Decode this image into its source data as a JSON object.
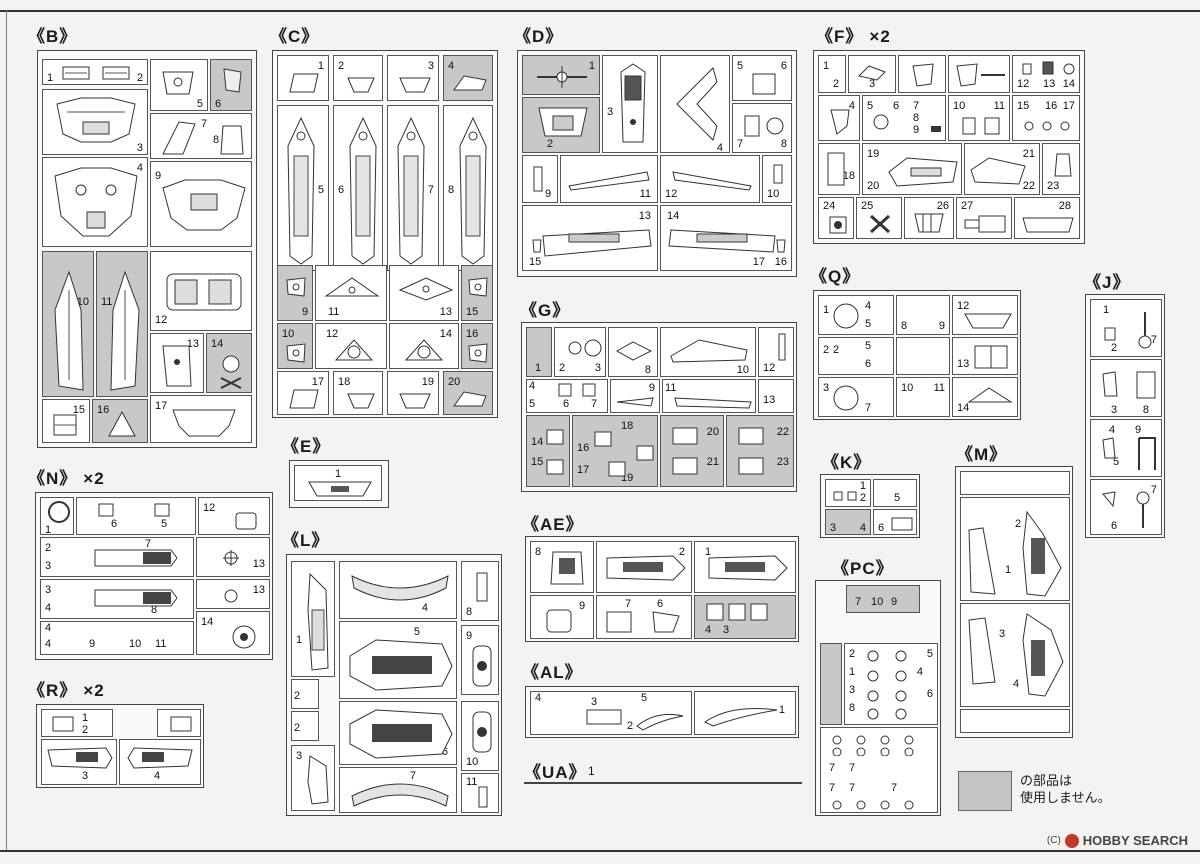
{
  "runners": [
    {
      "key": "B",
      "label": "《B》",
      "mult": ""
    },
    {
      "key": "C",
      "label": "《C》",
      "mult": ""
    },
    {
      "key": "D",
      "label": "《D》",
      "mult": ""
    },
    {
      "key": "F",
      "label": "《F》",
      "mult": "×2"
    },
    {
      "key": "E",
      "label": "《E》",
      "mult": ""
    },
    {
      "key": "G",
      "label": "《G》",
      "mult": ""
    },
    {
      "key": "Q",
      "label": "《Q》",
      "mult": ""
    },
    {
      "key": "J",
      "label": "《J》",
      "mult": ""
    },
    {
      "key": "N",
      "label": "《N》",
      "mult": "×2"
    },
    {
      "key": "L",
      "label": "《L》",
      "mult": ""
    },
    {
      "key": "AE",
      "label": "《AE》",
      "mult": ""
    },
    {
      "key": "K",
      "label": "《K》",
      "mult": ""
    },
    {
      "key": "M",
      "label": "《M》",
      "mult": ""
    },
    {
      "key": "PC",
      "label": "《PC》",
      "mult": ""
    },
    {
      "key": "AL",
      "label": "《AL》",
      "mult": ""
    },
    {
      "key": "R",
      "label": "《R》",
      "mult": "×2"
    },
    {
      "key": "UA",
      "label": "《UA》",
      "mult": ""
    }
  ],
  "ua_part": "1",
  "legend": {
    "line1": "の部品は",
    "line2": "使用しません。"
  },
  "watermark": {
    "brand": "HOBBY SEARCH",
    "copyright": "(C)"
  },
  "colors": {
    "unused_gray": "#c8c8c8",
    "line": "#444444"
  }
}
